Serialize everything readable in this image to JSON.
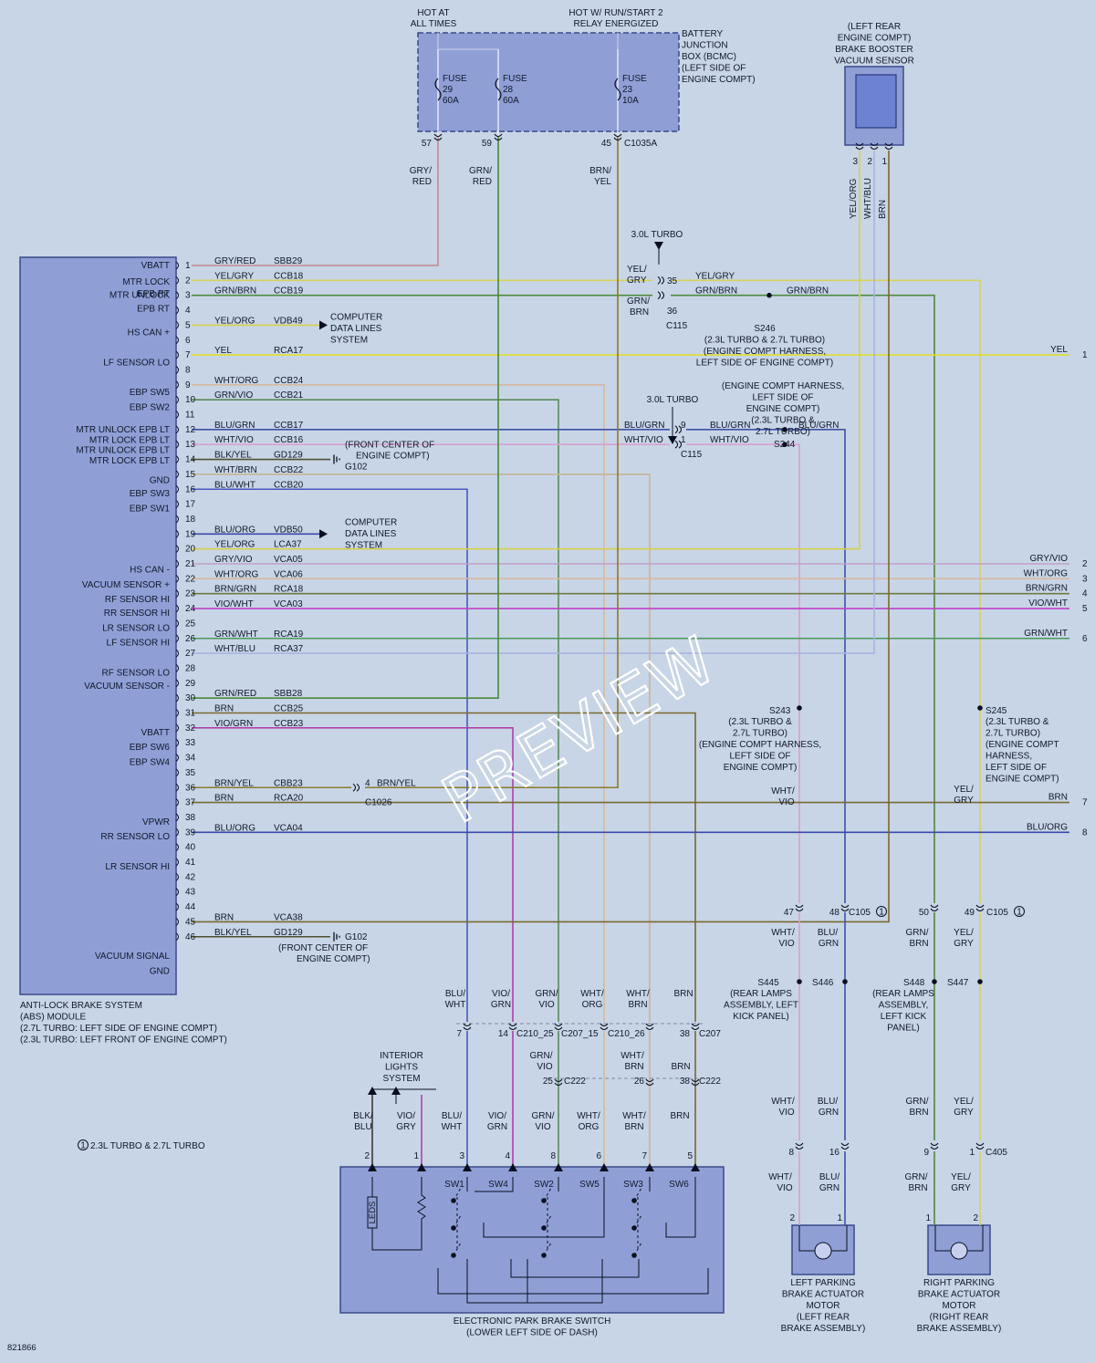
{
  "diagram_id": "821866",
  "watermark": "PREVIEW",
  "bcm": {
    "hot_at": "HOT AT",
    "all_times": "ALL TIMES",
    "hot_run1": "HOT W/ RUN/START 2",
    "hot_run2": "RELAY ENERGIZED",
    "box_lines": [
      "BATTERY",
      "JUNCTION",
      "BOX (BCMC)",
      "(LEFT SIDE OF",
      "ENGINE COMPT)"
    ],
    "fuses": [
      {
        "name": "FUSE",
        "num": "29",
        "amp": "60A",
        "pin": "57",
        "w1": "GRY/",
        "w2": "RED"
      },
      {
        "name": "FUSE",
        "num": "28",
        "amp": "60A",
        "pin": "59",
        "w1": "GRN/",
        "w2": "RED"
      },
      {
        "name": "FUSE",
        "num": "23",
        "amp": "10A",
        "pin": "45",
        "w1": "BRN/",
        "w2": "YEL"
      }
    ],
    "connector": "C1035A"
  },
  "sensor": {
    "lines": [
      "(LEFT REAR",
      "ENGINE COMPT)",
      "BRAKE BOOSTER",
      "VACUUM SENSOR"
    ],
    "pins": [
      "3",
      "2",
      "1"
    ],
    "wires": [
      "YEL/ORG",
      "WHT/BLU",
      "BRN"
    ]
  },
  "module": {
    "labels": [
      {
        "t": "VBATT",
        "pin": 1
      },
      {
        "t": "MTR LOCK",
        "pin": 2.1
      },
      {
        "t": "EPB RT",
        "pin": 2.9
      },
      {
        "t": "MTR UNLOCK",
        "pin": 3
      },
      {
        "t": "EPB RT",
        "pin": 3.9
      },
      {
        "t": "HS CAN +",
        "pin": 5.5
      },
      {
        "t": "LF SENSOR LO",
        "pin": 7.5
      },
      {
        "t": "EBP SW5",
        "pin": 9.5
      },
      {
        "t": "EBP SW2",
        "pin": 10.5
      },
      {
        "t": "MTR UNLOCK EPB LT",
        "pin": 12
      },
      {
        "t": "MTR LOCK EPB LT",
        "pin": 12.7
      },
      {
        "t": "MTR UNLOCK EPB LT",
        "pin": 13.4
      },
      {
        "t": "MTR LOCK EPB LT",
        "pin": 14.1
      },
      {
        "t": "GND",
        "pin": 15.4
      },
      {
        "t": "EBP SW3",
        "pin": 16.3
      },
      {
        "t": "EBP SW1",
        "pin": 17.3
      },
      {
        "t": "HS CAN -",
        "pin": 21.4
      },
      {
        "t": "VACUUM SENSOR +",
        "pin": 22.4
      },
      {
        "t": "RF SENSOR HI",
        "pin": 23.4
      },
      {
        "t": "RR SENSOR HI",
        "pin": 24.3
      },
      {
        "t": "LR SENSOR LO",
        "pin": 25.3
      },
      {
        "t": "LF SENSOR HI",
        "pin": 26.3
      },
      {
        "t": "RF SENSOR LO",
        "pin": 28.3
      },
      {
        "t": "VACUUM SENSOR -",
        "pin": 29.2
      },
      {
        "t": "VBATT",
        "pin": 32.3
      },
      {
        "t": "EBP SW6",
        "pin": 33.3
      },
      {
        "t": "EBP SW4",
        "pin": 34.3
      },
      {
        "t": "VPWR",
        "pin": 38.3
      },
      {
        "t": "RR SENSOR LO",
        "pin": 39.3
      },
      {
        "t": "LR SENSOR HI",
        "pin": 41.3
      },
      {
        "t": "VACUUM SIGNAL",
        "pin": 47.3
      },
      {
        "t": "GND",
        "pin": 48.3
      }
    ],
    "footer": [
      "ANTI-LOCK BRAKE SYSTEM",
      "(ABS) MODULE",
      "(2.7L TURBO: LEFT SIDE OF ENGINE COMPT)",
      "(2.3L TURBO: LEFT FRONT OF ENGINE COMPT)"
    ]
  },
  "circuits": [
    {
      "pin": "1",
      "color": "GRY/RED",
      "id": "SBB29",
      "stroke": "#c08a8e"
    },
    {
      "pin": "2",
      "color": "YEL/GRY",
      "id": "CCB18",
      "stroke": "#d6d35a"
    },
    {
      "pin": "3",
      "color": "GRN/BRN",
      "id": "CCB19",
      "stroke": "#4e8a3c"
    },
    {
      "pin": "5",
      "color": "YEL/ORG",
      "id": "VDB49",
      "stroke": "#d8cf4a"
    },
    {
      "pin": "7",
      "color": "YEL",
      "id": "RCA17",
      "stroke": "#e0dc2e"
    },
    {
      "pin": "9",
      "color": "WHT/ORG",
      "id": "CCB24",
      "stroke": "#d8b8a0"
    },
    {
      "pin": "10",
      "color": "GRN/VIO",
      "id": "CCB21",
      "stroke": "#5a8a5a"
    },
    {
      "pin": "12",
      "color": "BLU/GRN",
      "id": "CCB17",
      "stroke": "#3d52a8"
    },
    {
      "pin": "13",
      "color": "WHT/VIO",
      "id": "CCB16",
      "stroke": "#d8a0d2"
    },
    {
      "pin": "14",
      "color": "BLK/YEL",
      "id": "GD129",
      "stroke": "#505030"
    },
    {
      "pin": "15",
      "color": "WHT/BRN",
      "id": "CCB22",
      "stroke": "#c8b498"
    },
    {
      "pin": "16",
      "color": "BLU/WHT",
      "id": "CCB20",
      "stroke": "#4a58c0"
    },
    {
      "pin": "19",
      "color": "BLU/ORG",
      "id": "VDB50",
      "stroke": "#3a4aa8"
    },
    {
      "pin": "20",
      "color": "YEL/ORG",
      "id": "LCA37",
      "stroke": "#d8cf4a"
    },
    {
      "pin": "21",
      "color": "GRY/VIO",
      "id": "VCA05",
      "stroke": "#c0a0c8"
    },
    {
      "pin": "22",
      "color": "WHT/ORG",
      "id": "VCA06",
      "stroke": "#d8b8a0"
    },
    {
      "pin": "23",
      "color": "BRN/GRN",
      "id": "RCA18",
      "stroke": "#707840"
    },
    {
      "pin": "24",
      "color": "VIO/WHT",
      "id": "VCA03",
      "stroke": "#c040c8"
    },
    {
      "pin": "26",
      "color": "GRN/WHT",
      "id": "RCA19",
      "stroke": "#4a9a5a"
    },
    {
      "pin": "27",
      "color": "WHT/BLU",
      "id": "RCA37",
      "stroke": "#a8b4e0"
    },
    {
      "pin": "30",
      "color": "GRN/RED",
      "id": "SBB28",
      "stroke": "#4a8a3a"
    },
    {
      "pin": "31",
      "color": "BRN",
      "id": "CCB25",
      "stroke": "#7a6830"
    },
    {
      "pin": "32",
      "color": "VIO/GRN",
      "id": "CCB23",
      "stroke": "#b040a8"
    },
    {
      "pin": "36",
      "color": "BRN/YEL",
      "id": "CBB23",
      "stroke": "#8a7a2a"
    },
    {
      "pin": "37",
      "color": "BRN",
      "id": "RCA20",
      "stroke": "#7a6830"
    },
    {
      "pin": "39",
      "color": "BLU/ORG",
      "id": "VCA04",
      "stroke": "#3a4aa8"
    },
    {
      "pin": "45",
      "color": "BRN",
      "id": "VCA38",
      "stroke": "#7a6830"
    },
    {
      "pin": "46",
      "color": "BLK/YEL",
      "id": "GD129",
      "stroke": "#505030"
    }
  ],
  "empty_pins": [
    "4",
    "6",
    "8",
    "11",
    "17",
    "18",
    "25",
    "28",
    "29",
    "33",
    "34",
    "35",
    "38",
    "40",
    "41",
    "42",
    "43",
    "44"
  ],
  "notes": {
    "cdl": [
      "COMPUTER",
      "DATA LINES",
      "SYSTEM"
    ],
    "g102_a": [
      "(FRONT CENTER OF",
      "ENGINE COMPT)",
      "G102"
    ],
    "g102_b": [
      "G102",
      "(FRONT CENTER OF",
      "ENGINE COMPT)"
    ],
    "turbo30": "3.0L TURBO",
    "c115": "C115",
    "c1026": "C1026",
    "s246": [
      "S246",
      "(2.3L TURBO & 2.7L TURBO)",
      "(ENGINE COMPT HARNESS,",
      "LEFT SIDE OF ENGINE COMPT)"
    ],
    "s244": [
      "(ENGINE COMPT HARNESS,",
      "LEFT SIDE OF",
      "ENGINE COMPT)",
      "(2.3L TURBO &",
      "2.7L TURBO)",
      "S244"
    ],
    "s243": [
      "S243",
      "(2.3L TURBO &",
      "2.7L TURBO)",
      "(ENGINE COMPT HARNESS,",
      "LEFT SIDE OF",
      "ENGINE COMPT)"
    ],
    "s245": [
      "S245",
      "(2.3L TURBO &",
      "2.7L TURBO)",
      "(ENGINE COMPT",
      "HARNESS,",
      "LEFT SIDE OF",
      "ENGINE COMPT)"
    ],
    "s445": [
      "S445",
      "(REAR LAMPS",
      "ASSEMBLY, LEFT",
      "KICK PANEL)"
    ],
    "s446": "S446",
    "s448": [
      "S448",
      "(REAR LAMPS",
      "ASSEMBLY,",
      "LEFT KICK",
      "PANEL)"
    ],
    "s447": "S447",
    "footnote": "2.3L TURBO & 2.7L TURBO",
    "footnote_num": "1",
    "interior": [
      "INTERIOR",
      "LIGHTS",
      "SYSTEM"
    ]
  },
  "right_edge": [
    {
      "num": "1",
      "color": "YEL"
    },
    {
      "num": "2",
      "color": "GRY/VIO"
    },
    {
      "num": "3",
      "color": "WHT/ORG"
    },
    {
      "num": "4",
      "color": "BRN/GRN"
    },
    {
      "num": "5",
      "color": "VIO/WHT"
    },
    {
      "num": "6",
      "color": "GRN/WHT"
    },
    {
      "num": "7",
      "color": "BRN"
    },
    {
      "num": "8",
      "color": "BLU/ORG"
    }
  ],
  "connectors": {
    "c105": "C105",
    "c105_pins": [
      "47",
      "48",
      "50",
      "49"
    ],
    "c405": "C405",
    "c405_pins": [
      "8",
      "16",
      "9",
      "1"
    ],
    "c210": "C210",
    "c207": "C207",
    "c222": "C222",
    "c207_pins": [
      "7",
      "14",
      "25",
      "15",
      "26",
      "38"
    ],
    "c222_pins": [
      "25",
      "26",
      "38"
    ]
  },
  "lower_wires": {
    "switch_side": [
      {
        "w1": "BLU/",
        "w2": "WHT"
      },
      {
        "w1": "VIO/",
        "w2": "GRN"
      },
      {
        "w1": "GRN/",
        "w2": "VIO"
      },
      {
        "w1": "WHT/",
        "w2": "ORG"
      },
      {
        "w1": "WHT/",
        "w2": "BRN"
      },
      {
        "w1": "BRN",
        "w2": ""
      }
    ],
    "interior": [
      {
        "w1": "BLK/",
        "w2": "BLU"
      },
      {
        "w1": "VIO/",
        "w2": "GRY"
      }
    ],
    "left_motor": [
      {
        "w1": "WHT/",
        "w2": "VIO"
      },
      {
        "w1": "BLU/",
        "w2": "GRN"
      }
    ],
    "right_motor": [
      {
        "w1": "GRN/",
        "w2": "BRN"
      },
      {
        "w1": "YEL/",
        "w2": "GRY"
      }
    ],
    "s245_wire": [
      "YEL/",
      "GRY"
    ],
    "s243_wire": [
      "WHT/",
      "VIO"
    ]
  },
  "switch": {
    "pins": [
      "2",
      "1",
      "3",
      "4",
      "8",
      "6",
      "7",
      "5"
    ],
    "sw": [
      "SW1",
      "SW4",
      "SW2",
      "SW5",
      "SW3",
      "SW6"
    ],
    "led": "LEDS",
    "title": [
      "ELECTRONIC PARK BRAKE SWITCH",
      "(LOWER LEFT SIDE OF DASH)"
    ]
  },
  "motors": {
    "left": [
      "LEFT PARKING",
      "BRAKE ACTUATOR",
      "MOTOR",
      "(LEFT REAR",
      "BRAKE ASSEMBLY)"
    ],
    "right": [
      "RIGHT PARKING",
      "BRAKE ACTUATOR",
      "MOTOR",
      "(RIGHT REAR",
      "BRAKE ASSEMBLY)"
    ],
    "symbol": "M",
    "pins": [
      "2",
      "1"
    ]
  }
}
